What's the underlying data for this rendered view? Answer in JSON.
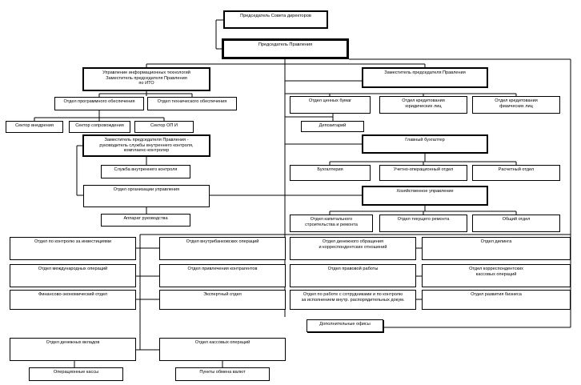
{
  "nodes": {
    "chairman_board": "Председатель Совета директоров",
    "chairman_management": "Председатель Правления",
    "it_head": "Управление информационных технологий\nЗаместитель председателя Правления\nпо ИТО",
    "deputy_chairman": "Заместитель председателя Правления",
    "software_dept": "Отдел программного обеспечения",
    "tech_support_dept": "Отдел технического обеспечения",
    "implementation_sector": "Сектор внедрения",
    "maintenance_sector": "Сектор сопровождения",
    "op_sector": "Сектор ОП И",
    "securities_dept": "Отдел ценных бумаг",
    "corp_credit_dept": "Отдел кредитования\nюридических лиц",
    "retail_credit_dept": "Отдел кредитования\nфизических лиц",
    "depository": "Депозитарий",
    "internal_control_head": "Заместитель председателя Правления -\nруководитель службы внутреннего контроля,\nкомплаенс-контролер",
    "chief_accountant": "Главный бухгалтер",
    "internal_control_service": "Служба внутреннего контроля",
    "accounting": "Бухгалтерия",
    "accounting_ops_dept": "Учетно-операционный отдел",
    "settlement_dept": "Расчетный отдел",
    "management_org_dept": "Отдел организации управления",
    "economic_dept": "Хозяйственное управление",
    "management_office": "Аппарат руководства",
    "capital_construction_dept": "Отдел капитального\nстроительства и ремонта",
    "current_repair_dept": "Отдел текущего ремонта",
    "general_dept": "Общий отдел",
    "investment_control_dept": "Отдел по контролю за инвестициями",
    "interbank_ops_dept": "Отдел внутрибанковских операций",
    "cash_circulation_dept": "Отдел денежного обращения\nи корреспондентских отношений",
    "dealing_dept": "Отдел дилинга",
    "international_ops_dept": "Отдел международных операций",
    "counterparty_dept": "Отдел привлечения контрагентов",
    "legal_dept": "Отдел правовой работы",
    "corr_cash_ops_dept": "Отдел корреспондентских\nкассовых операций",
    "finance_econ_dept": "Финансово-экономический отдел",
    "expert_dept": "Экспертный отдел",
    "staff_relations_dept": "Отдел по работе с сотрудниками и по контролю\nза исполнением внутр. распорядительных докум.",
    "business_development_dept": "Отдел развития бизнеса",
    "additional_offices": "Дополнительные офисы",
    "cash_deposits_dept": "Отдел денежных вкладов",
    "cash_ops_dept": "Отдел кассовых операций",
    "operating_cash_desks": "Операционные кассы",
    "currency_exchange_points": "Пункты обмена валют"
  }
}
